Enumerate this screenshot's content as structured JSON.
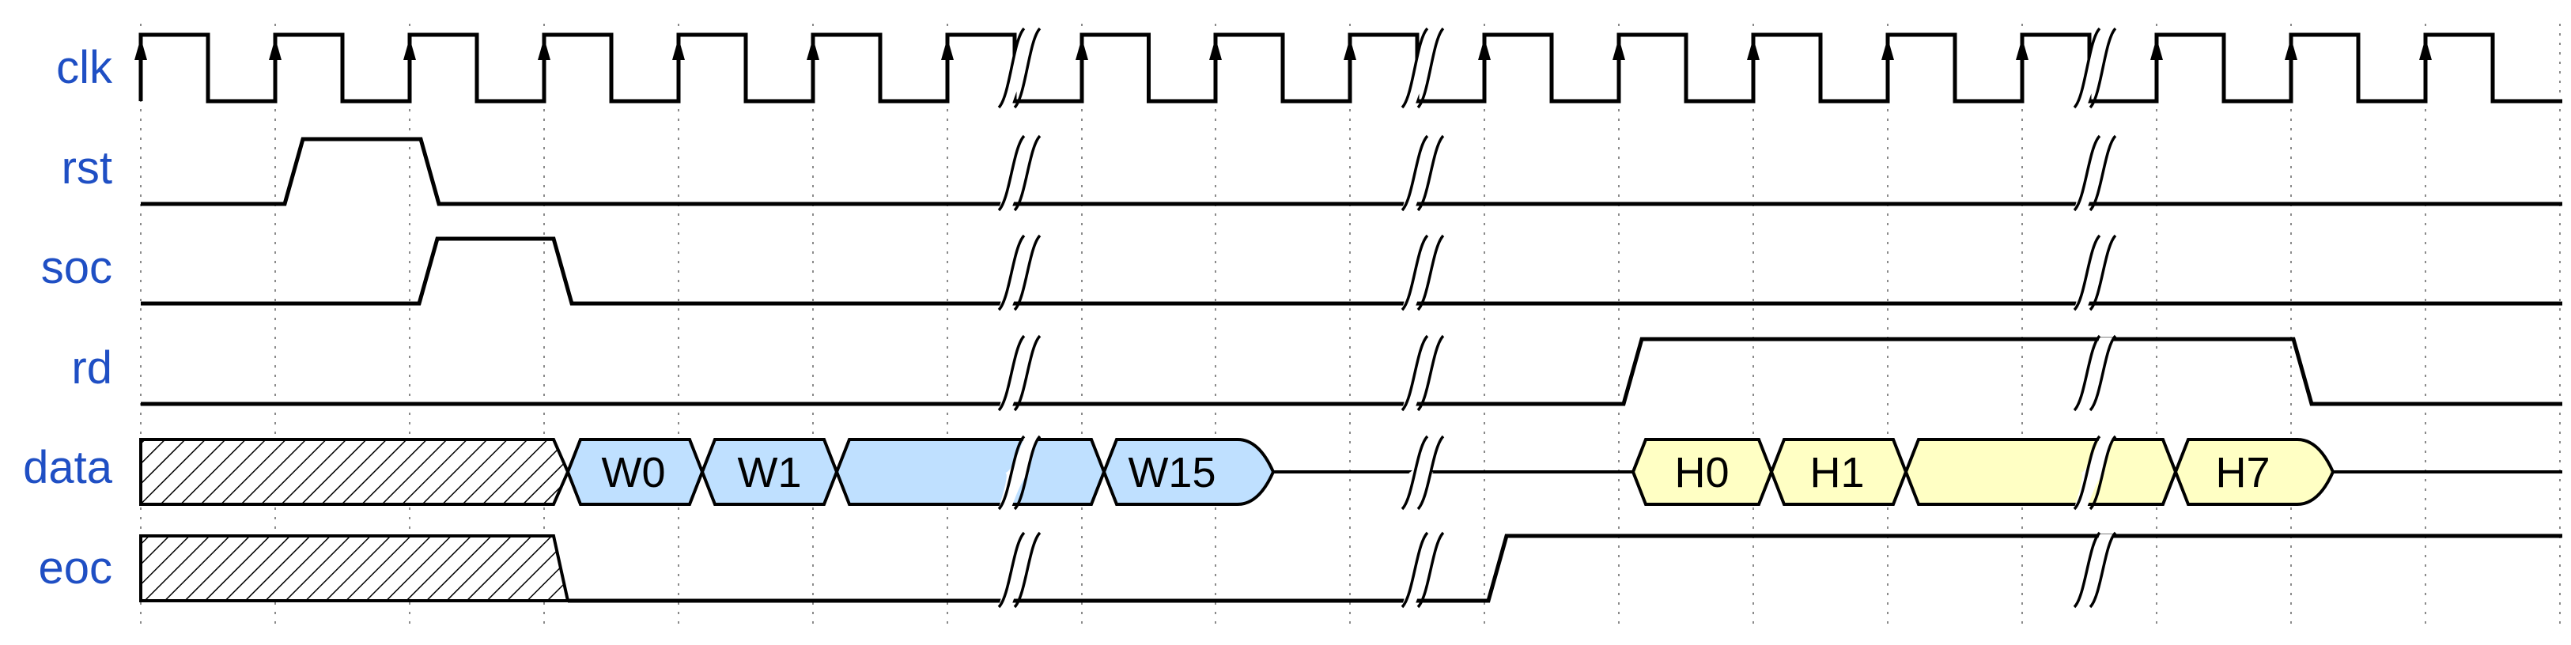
{
  "diagram": {
    "type": "timing_diagram",
    "signals": [
      {
        "name": "clk"
      },
      {
        "name": "rst"
      },
      {
        "name": "soc"
      },
      {
        "name": "rd"
      },
      {
        "name": "data"
      },
      {
        "name": "eoc"
      }
    ],
    "write_bus_labels": [
      "W0",
      "W1",
      "",
      "W15"
    ],
    "read_bus_labels": [
      "H0",
      "H1",
      "",
      "H7"
    ],
    "colors": {
      "label_text": "#1f4fc4",
      "write_fill": "#bfe0ff",
      "read_fill": "#ffffc4",
      "hatch": "#000000",
      "grid": "#8a8a8a"
    }
  }
}
